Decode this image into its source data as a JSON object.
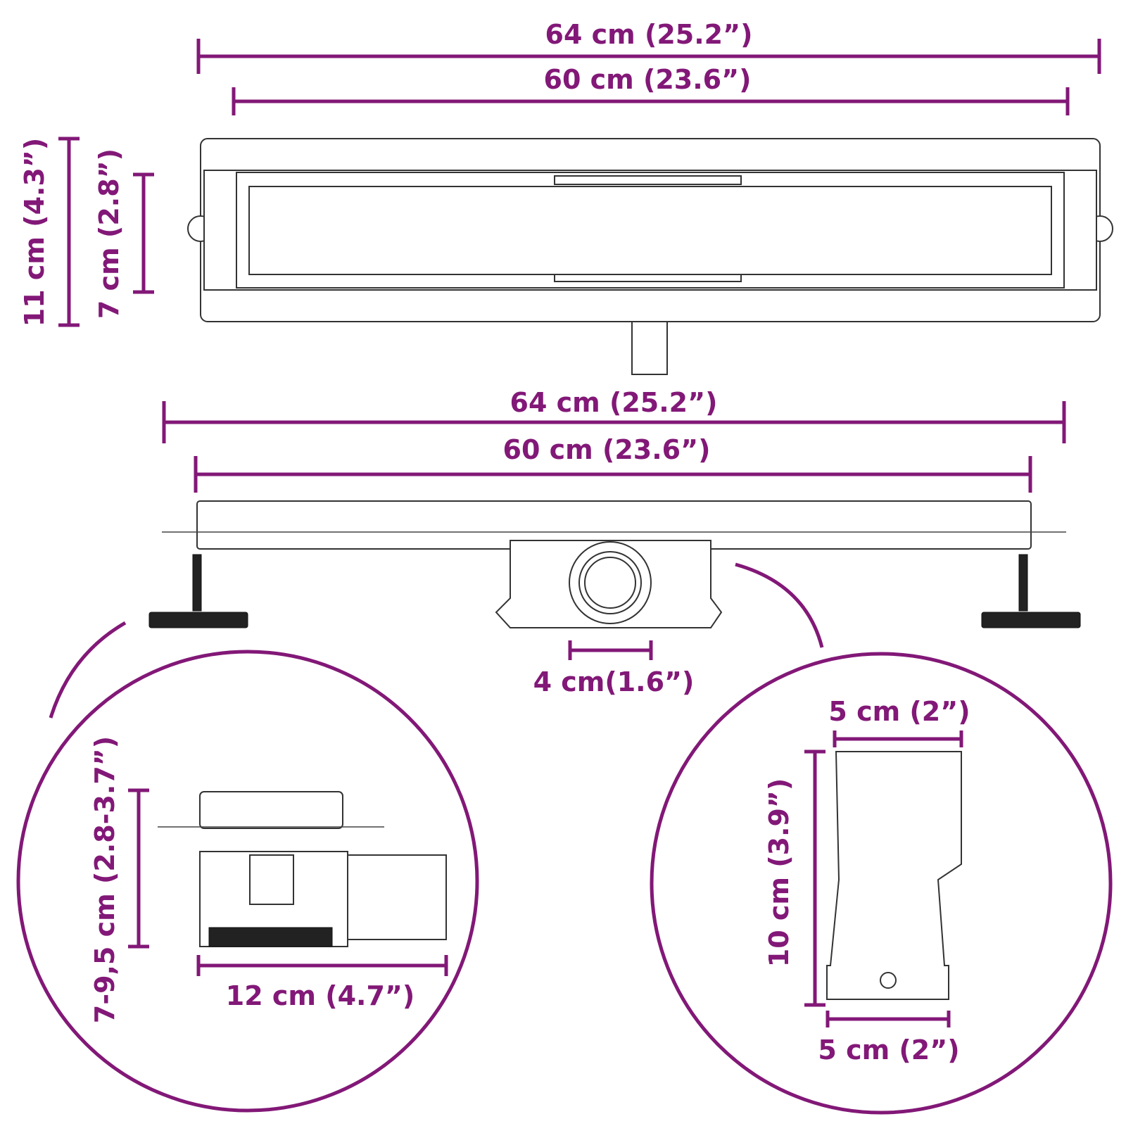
{
  "accent_color": "#821877",
  "top_view": {
    "overall_length": "64 cm (25.2”)",
    "grate_length": "60 cm (23.6”)",
    "overall_width": "11 cm (4.3”)",
    "grate_width": "7 cm (2.8”)"
  },
  "side_view": {
    "overall_length": "64 cm (25.2”)",
    "channel_length": "60 cm (23.6”)",
    "outlet_diameter": "4 cm(1.6”)"
  },
  "detail_left": {
    "height_range": "7-9,5 cm (2.8-3.7”)",
    "depth": "12 cm (4.7”)"
  },
  "detail_right": {
    "top_width": "5 cm (2”)",
    "height": "10 cm (3.9”)",
    "bottom_width": "5 cm (2”)"
  }
}
